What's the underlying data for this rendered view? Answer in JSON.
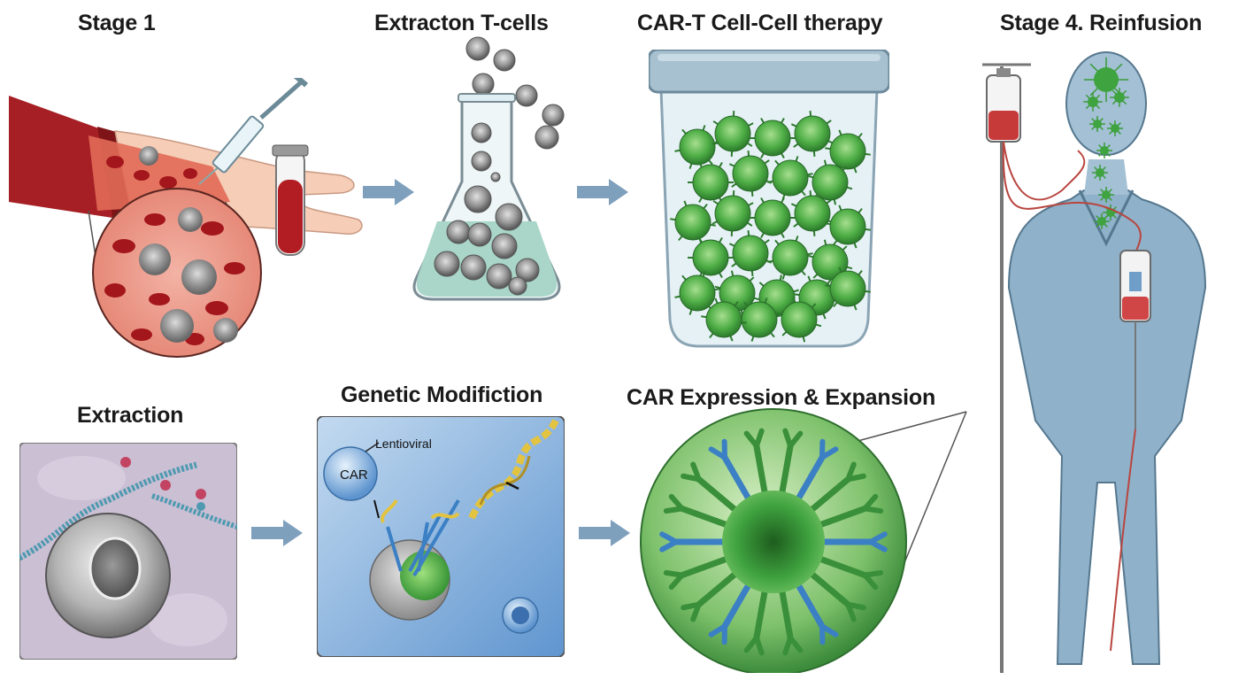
{
  "stages": {
    "stage1": {
      "label": "Stage 1"
    },
    "extraction_tcells": {
      "label": "Extracton T-cells"
    },
    "cart_therapy": {
      "label": "CAR-T Cell-Cell therapy"
    },
    "reinfusion": {
      "label": "Stage 4. Reinfusion"
    },
    "extraction": {
      "label": "Extraction"
    },
    "genetic_modification": {
      "label": "Genetic Modifiction",
      "vector_label": "Lentioviral",
      "bubble_label": "CAR"
    },
    "car_expansion": {
      "label": "CAR Expression & Expansion"
    }
  },
  "colors": {
    "arrow": "#7fa0bd",
    "blood_red": "#b8262a",
    "tcell_gray": "#8a8a8a",
    "car_green": "#3fa33f",
    "receptor_blue": "#3b7fc4",
    "scrubs_blue": "#8fb1c9"
  }
}
